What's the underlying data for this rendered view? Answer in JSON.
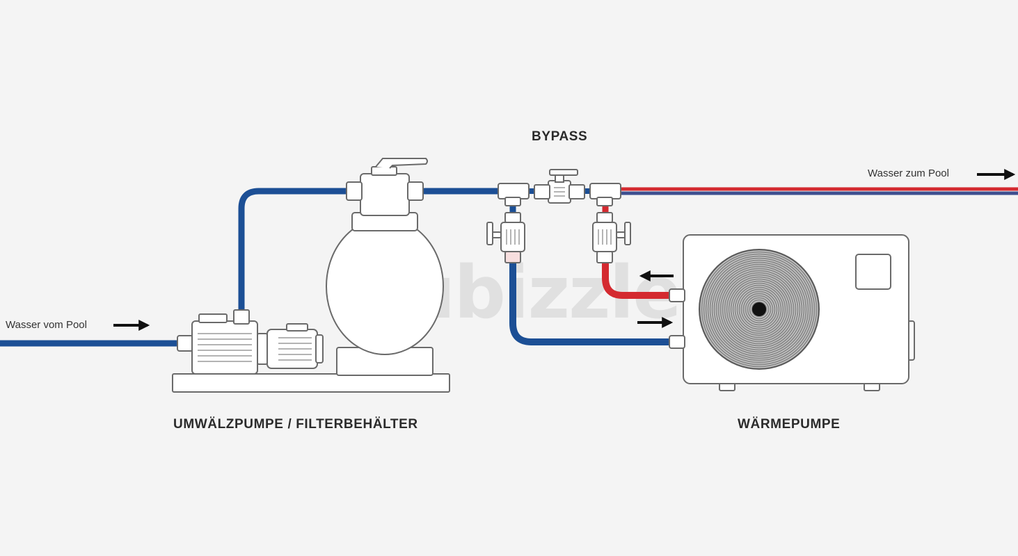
{
  "labels": {
    "bypass": "BYPASS",
    "water_to_pool": "Wasser zum Pool",
    "water_from_pool": "Wasser vom Pool",
    "pump_filter": "UMWÄLZPUMPE / FILTERBEHÄLTER",
    "heat_pump": "WÄRMEPUMPE"
  },
  "watermark": "dubizzle",
  "colors": {
    "cold_pipe": "#1c4f95",
    "hot_pipe": "#d42a30",
    "outline": "#6a6a6a",
    "background": "#f4f4f4"
  },
  "icons": [
    "arrow-right-icon",
    "arrow-left-icon"
  ]
}
